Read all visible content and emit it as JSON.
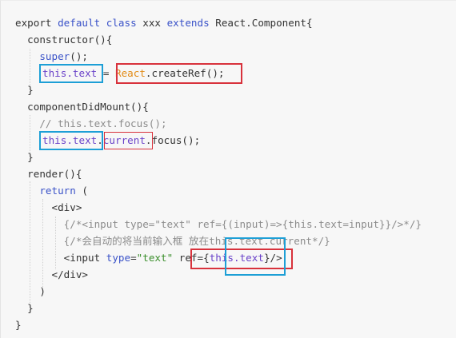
{
  "code": {
    "l1": {
      "a": "export ",
      "b": "default",
      "c": " ",
      "d": "class",
      "e": " xxx ",
      "f": "extends",
      "g": " React.Component{"
    },
    "l2": {
      "a": "  constructor(){"
    },
    "l3": {
      "a": "    super",
      "b": "();"
    },
    "l4": {
      "a": "this.text",
      "b": " = ",
      "c": "React",
      "d": ".createRef();"
    },
    "l5": {
      "a": "  }"
    },
    "l6": {
      "a": "  componentDidMount(){"
    },
    "l7": {
      "a": "    // this.text.focus();"
    },
    "l8": {
      "a": "this.text",
      "b": ".",
      "c": "current",
      "d": ".focus();"
    },
    "l9": {
      "a": "  }"
    },
    "l10": {
      "a": "  render(){"
    },
    "l11": {
      "a": "    return",
      "b": " ("
    },
    "l12": {
      "a": "      <div>"
    },
    "l13": {
      "a": "        {/*<input type=\"text\" ref={(input)=>{this.text=input}}/>*/}"
    },
    "l14": {
      "a": "        {/*会自动的将当前输入框 放在this.text.current*/}"
    },
    "l15": {
      "a": "        <input ",
      "b": "type",
      "c": "=",
      "d": "\"text\"",
      "e": " ",
      "f": "ref={",
      "g": "this.text",
      "h": "}",
      "i": "/>"
    },
    "l16": {
      "a": "      </div>"
    },
    "l17": {
      "a": "    )"
    },
    "l18": {
      "a": "  }"
    },
    "l19": {
      "a": "}"
    }
  },
  "colors": {
    "highlight_blue": "#1d9fd6",
    "highlight_red": "#d8323c",
    "keyword": "#3a52c8",
    "string": "#3b8f2c",
    "comment": "#8c8c8c",
    "class_name": "#e28b16"
  }
}
